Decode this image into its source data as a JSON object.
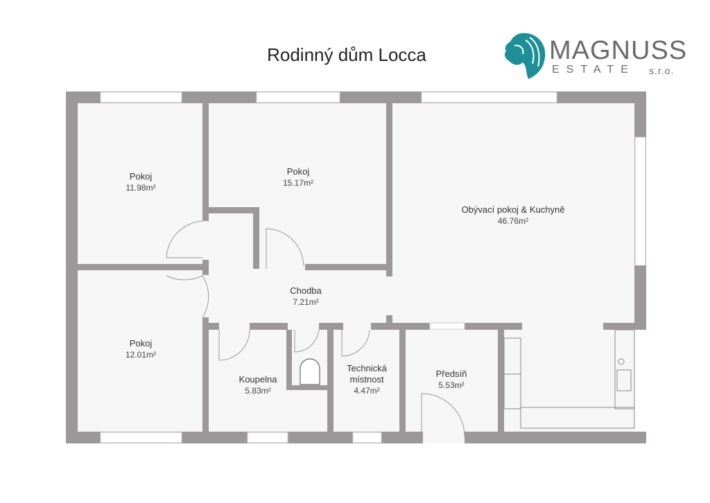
{
  "title": "Rodinný dům Locca",
  "logo": {
    "brand": "MAGNUSS",
    "sub": "ESTATE",
    "suffix": "s.r.o.",
    "accent": "#1e8f96",
    "text_color": "#6a6a6a"
  },
  "colors": {
    "wall": "#9c9899",
    "floor": "#f6f6f6",
    "window": "#ffffff"
  },
  "rooms": [
    {
      "name": "Pokoj",
      "area": "11.98m²"
    },
    {
      "name": "Pokoj",
      "area": "15.17m²"
    },
    {
      "name": "Obývací pokoj & Kuchyně",
      "area": "46.76m²"
    },
    {
      "name": "Chodba",
      "area": "7.21m²"
    },
    {
      "name": "Pokoj",
      "area": "12.01m²"
    },
    {
      "name": "Koupelna",
      "area": "5.83m²"
    },
    {
      "name": "Technická místnost",
      "area": "4.47m²"
    },
    {
      "name": "Předsíň",
      "area": "5.53m²"
    }
  ]
}
